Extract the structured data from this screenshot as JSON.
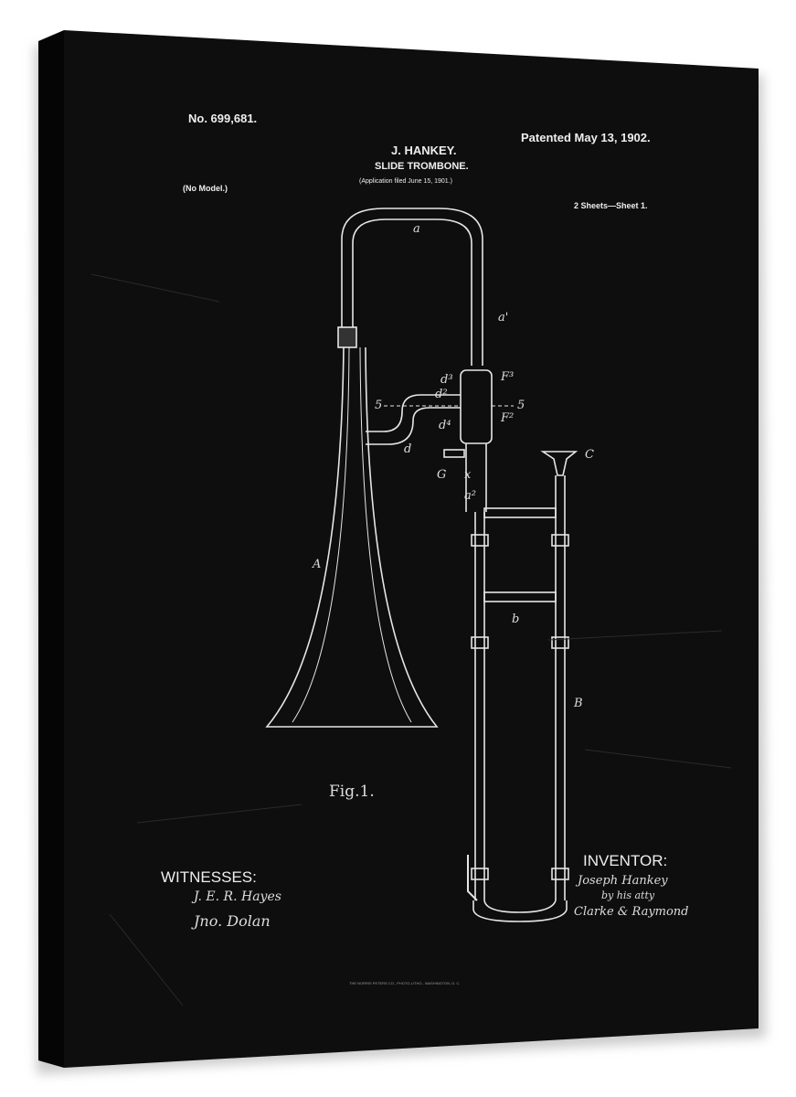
{
  "patent": {
    "number": "No. 699,681.",
    "patented": "Patented May 13, 1902.",
    "inventor_name": "J. HANKEY.",
    "title": "SLIDE TROMBONE.",
    "application": "(Application filed June 15, 1901.)",
    "model": "(No Model.)",
    "sheets": "2 Sheets—Sheet 1.",
    "figure": "Fig.1.",
    "witnesses_heading": "WITNESSES:",
    "witness_1": "J. E. R. Hayes",
    "witness_2": "Jno. Dolan",
    "inventor_heading": "INVENTOR:",
    "inventor_signature": "Joseph Hankey",
    "attorney_line": "by his atty",
    "attorney": "Clarke & Raymond",
    "footer": "THE NORRIS PETERS CO., PHOTO-LITHO., WASHINGTON, D. C."
  },
  "labels": {
    "a": "a",
    "a1": "a'",
    "F3": "F³",
    "F2": "F²",
    "five_left": "5",
    "five_right": "5",
    "d": "d",
    "d2": "d²",
    "d3": "d³",
    "d4": "d⁴",
    "C": "C",
    "G": "G",
    "x": "x",
    "a2": "a²",
    "b": "b",
    "A": "A",
    "B": "B"
  },
  "colors": {
    "canvas": "#0c0c0c",
    "side": "#050505",
    "ink": "#e8e8e8"
  }
}
